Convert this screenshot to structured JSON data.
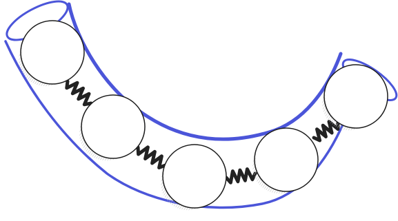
{
  "diagram": {
    "colors": {
      "tube": "#4b55d9",
      "tube_edge": "#3f49cc",
      "spring": "#222222",
      "ball_outline": "#1b1b1b",
      "ball_fill": "#ffffff",
      "ball_shade": "#c9c9c9",
      "background": "#ffffff"
    },
    "elements": {
      "tube": "curved-tube",
      "balls": [
        "ball",
        "ball",
        "ball",
        "ball",
        "ball"
      ],
      "springs": [
        "spring",
        "spring",
        "spring",
        "spring"
      ]
    }
  }
}
